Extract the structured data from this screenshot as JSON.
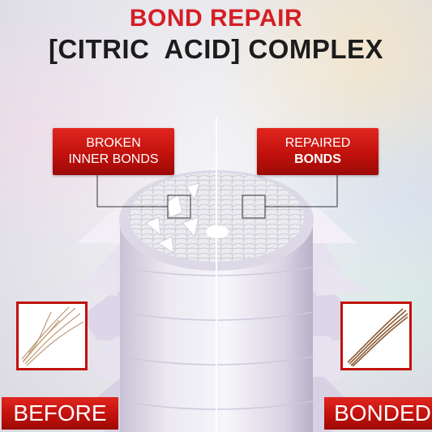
{
  "title": {
    "line1": "BOND REPAIR",
    "line2": "[CITRIC  ACID] COMPLEX"
  },
  "labels": {
    "left": {
      "line1": "BROKEN",
      "line2": "INNER BONDS"
    },
    "right": {
      "line1": "REPAIRED",
      "line2": "BONDS"
    }
  },
  "tags": {
    "before": "BEFORE",
    "bonded": "BONDED"
  },
  "colors": {
    "accent_red": "#c2110c",
    "title_red": "#d41f25",
    "title_dark": "#1c1c1c"
  }
}
